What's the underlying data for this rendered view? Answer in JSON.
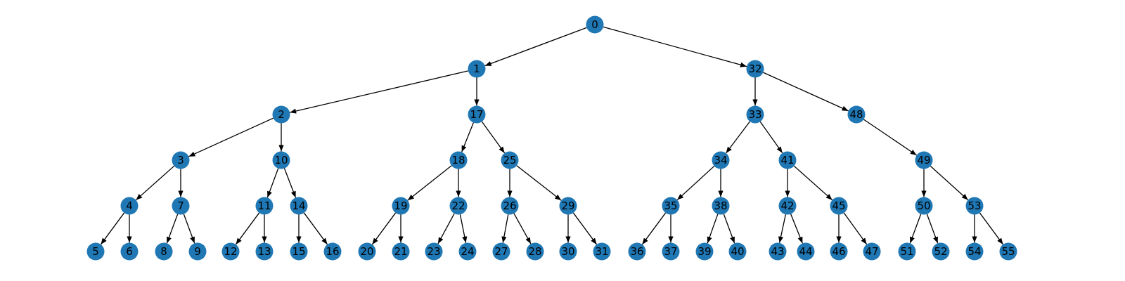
{
  "colors": {
    "node_fill": "#1f77b4",
    "edge": "#000000",
    "label": "#000000",
    "background": "#ffffff"
  },
  "tree": {
    "root": "0",
    "nodes": [
      "0",
      "1",
      "2",
      "3",
      "4",
      "5",
      "6",
      "7",
      "8",
      "9",
      "10",
      "11",
      "12",
      "13",
      "14",
      "15",
      "16",
      "17",
      "18",
      "19",
      "20",
      "21",
      "22",
      "23",
      "24",
      "25",
      "26",
      "27",
      "28",
      "29",
      "30",
      "31",
      "32",
      "33",
      "34",
      "35",
      "36",
      "37",
      "38",
      "39",
      "40",
      "41",
      "42",
      "43",
      "44",
      "45",
      "46",
      "47",
      "48",
      "49",
      "50",
      "51",
      "52",
      "53",
      "54",
      "55"
    ],
    "edges": [
      [
        "0",
        "1"
      ],
      [
        "0",
        "32"
      ],
      [
        "1",
        "2"
      ],
      [
        "1",
        "17"
      ],
      [
        "2",
        "3"
      ],
      [
        "2",
        "10"
      ],
      [
        "3",
        "4"
      ],
      [
        "3",
        "7"
      ],
      [
        "4",
        "5"
      ],
      [
        "4",
        "6"
      ],
      [
        "7",
        "8"
      ],
      [
        "7",
        "9"
      ],
      [
        "10",
        "11"
      ],
      [
        "10",
        "14"
      ],
      [
        "11",
        "12"
      ],
      [
        "11",
        "13"
      ],
      [
        "14",
        "15"
      ],
      [
        "14",
        "16"
      ],
      [
        "17",
        "18"
      ],
      [
        "17",
        "25"
      ],
      [
        "18",
        "19"
      ],
      [
        "18",
        "22"
      ],
      [
        "19",
        "20"
      ],
      [
        "19",
        "21"
      ],
      [
        "22",
        "23"
      ],
      [
        "22",
        "24"
      ],
      [
        "25",
        "26"
      ],
      [
        "25",
        "29"
      ],
      [
        "26",
        "27"
      ],
      [
        "26",
        "28"
      ],
      [
        "29",
        "30"
      ],
      [
        "29",
        "31"
      ],
      [
        "32",
        "33"
      ],
      [
        "32",
        "48"
      ],
      [
        "33",
        "34"
      ],
      [
        "33",
        "41"
      ],
      [
        "34",
        "35"
      ],
      [
        "34",
        "38"
      ],
      [
        "35",
        "36"
      ],
      [
        "35",
        "37"
      ],
      [
        "38",
        "39"
      ],
      [
        "38",
        "40"
      ],
      [
        "41",
        "42"
      ],
      [
        "41",
        "45"
      ],
      [
        "42",
        "43"
      ],
      [
        "42",
        "44"
      ],
      [
        "45",
        "46"
      ],
      [
        "45",
        "47"
      ],
      [
        "48",
        "49"
      ],
      [
        "49",
        "50"
      ],
      [
        "49",
        "53"
      ],
      [
        "50",
        "51"
      ],
      [
        "50",
        "52"
      ],
      [
        "53",
        "54"
      ],
      [
        "53",
        "55"
      ]
    ]
  }
}
